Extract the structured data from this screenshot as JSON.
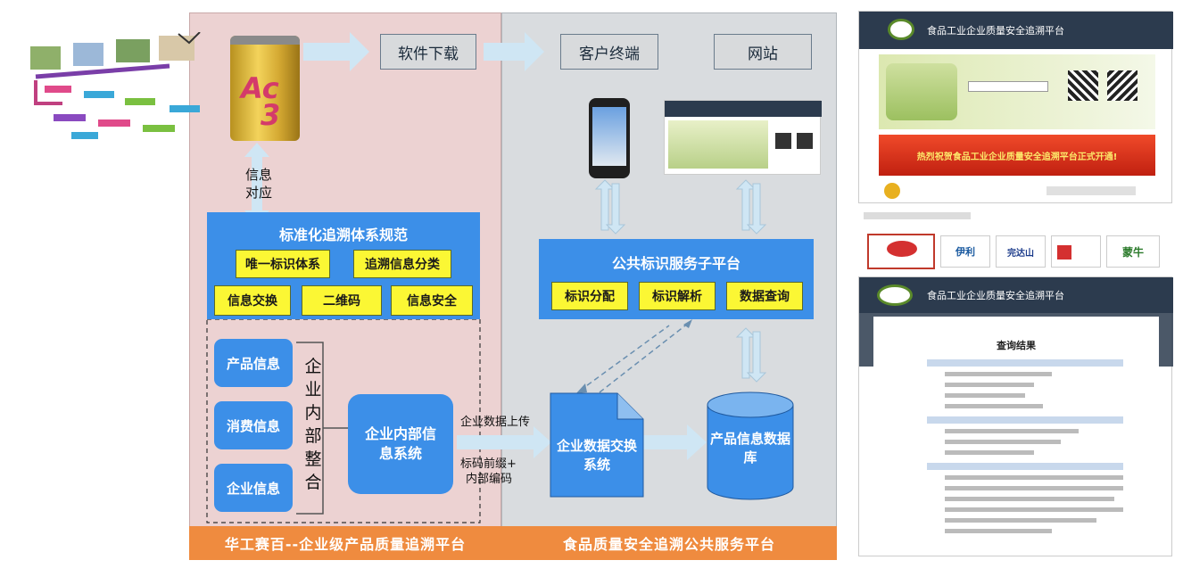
{
  "top": {
    "software_download": "软件下载",
    "client": "客户终端",
    "website": "网站"
  },
  "info_mapping": [
    "信息",
    "对应"
  ],
  "standard": {
    "title": "标准化追溯体系规范",
    "items": [
      "唯一标识体系",
      "追溯信息分类",
      "信息交换",
      "二维码",
      "信息安全"
    ]
  },
  "public_platform": {
    "title": "公共标识服务子平台",
    "items": [
      "标识分配",
      "标识解析",
      "数据查询"
    ]
  },
  "internal": {
    "items": [
      "产品信息",
      "消费信息",
      "企业信息"
    ],
    "vertical_label": [
      "企",
      "业",
      "内",
      "部",
      "整",
      "合"
    ],
    "system": "企业内部信息系统"
  },
  "flow": {
    "upload": "企业数据上传",
    "prefix": [
      "标码前缀+",
      "内部编码"
    ]
  },
  "exchange": "企业数据交换系统",
  "database": "产品信息数据库",
  "footer": {
    "left": "华工赛百--企业级产品质量追溯平台",
    "right": "食品质量安全追溯公共服务平台"
  },
  "can_label": [
    "Ac",
    "3"
  ],
  "screenshot": {
    "header": "食品工业企业质量安全追溯平台",
    "banner": "热烈祝贺食品工业企业质量安全追溯平台正式开通!",
    "query_title": "查询结果",
    "brands": [
      "伊利",
      "完达山",
      "蒙牛"
    ]
  },
  "colors": {
    "left_panel": "#ecd2d2",
    "right_panel": "#d9dcdf",
    "blue": "#3c8fe8",
    "yellow": "#fbf734",
    "footer": "#ef8b3f",
    "arrow": "#cfe6f4"
  }
}
